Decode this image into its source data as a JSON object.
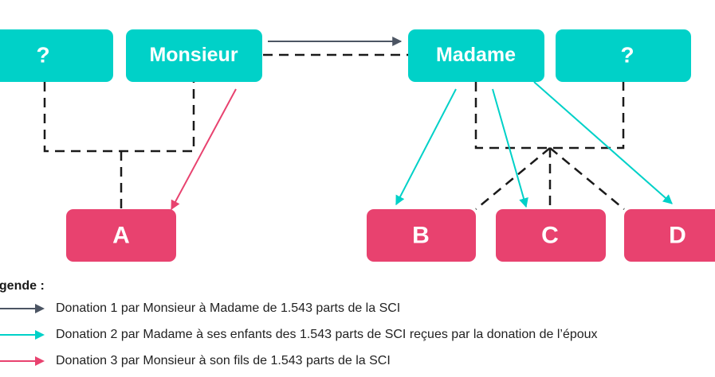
{
  "colors": {
    "teal": "#00D1C8",
    "pink": "#E8426F",
    "dark": "#4C5563",
    "dash": "#1a1a1a"
  },
  "nodes": {
    "unknown_left": "?",
    "monsieur": "Monsieur",
    "madame": "Madame",
    "unknown_right": "?",
    "child_a": "A",
    "child_b": "B",
    "child_c": "C",
    "child_d": "D"
  },
  "legend": {
    "title": "egende :",
    "items": [
      {
        "text": "Donation 1 par Monsieur à Madame de 1.543 parts de la SCI",
        "color": "#4C5563"
      },
      {
        "text": "Donation 2 par Madame à ses enfants des 1.543 parts de SCI reçues par la donation de l’époux",
        "color": "#00D1C8"
      },
      {
        "text": "Donation 3 par Monsieur à son fils de 1.543 parts de la SCI",
        "color": "#E8426F"
      }
    ]
  }
}
